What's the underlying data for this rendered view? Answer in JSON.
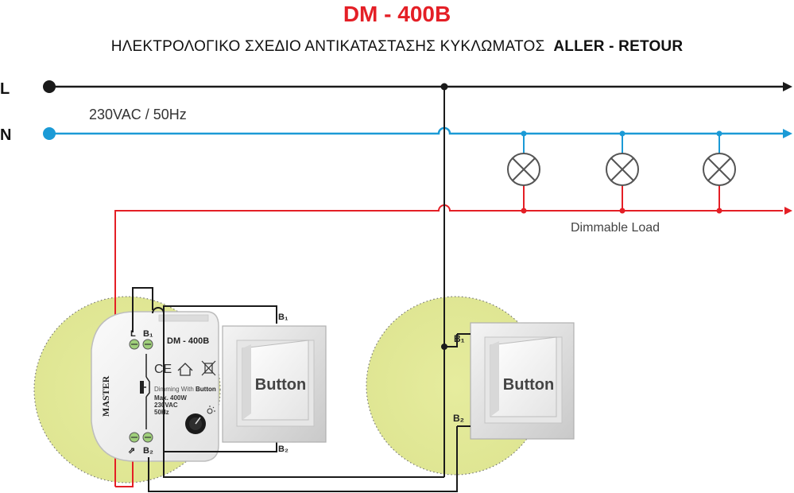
{
  "title": "DM - 400B",
  "subtitle": {
    "greek": "ΗΛΕΚΤΡΟΛΟΓΙΚΟ ΣΧΕΔΙΟ ΑΝΤΙΚΑΤΑΣΤΑΣΗΣ ΚΥΚΛΩΜΑΤΟΣ",
    "circuit": "ALLER - RETOUR"
  },
  "lines": {
    "line_label": "L",
    "neutral_label": "N",
    "supply": "230VAC / 50Hz",
    "load_label": "Dimmable Load"
  },
  "dimmer": {
    "model": "DM - 400B",
    "brand": "MASTER",
    "terminal_l": "L",
    "terminal_b1": "B₁",
    "terminal_b2": "B₂",
    "terminal_load": "⇗",
    "desc_line1": "Dimming With",
    "desc_line1_bold": "Button",
    "desc_line2": "Max. 400W",
    "desc_line3": "230VAC",
    "desc_line4": "50Hz",
    "ce_mark": "CE"
  },
  "switch_left": {
    "label": "Button",
    "b1": "B₁",
    "b2": "B₂"
  },
  "switch_right": {
    "label": "Button",
    "b1": "B₁",
    "b2": "B₂"
  },
  "colors": {
    "title": "#e41f26",
    "line": "#1a1a1a",
    "neutral": "#1b9ad6",
    "load": "#e41f26",
    "wall_box": "#e3e99c"
  }
}
